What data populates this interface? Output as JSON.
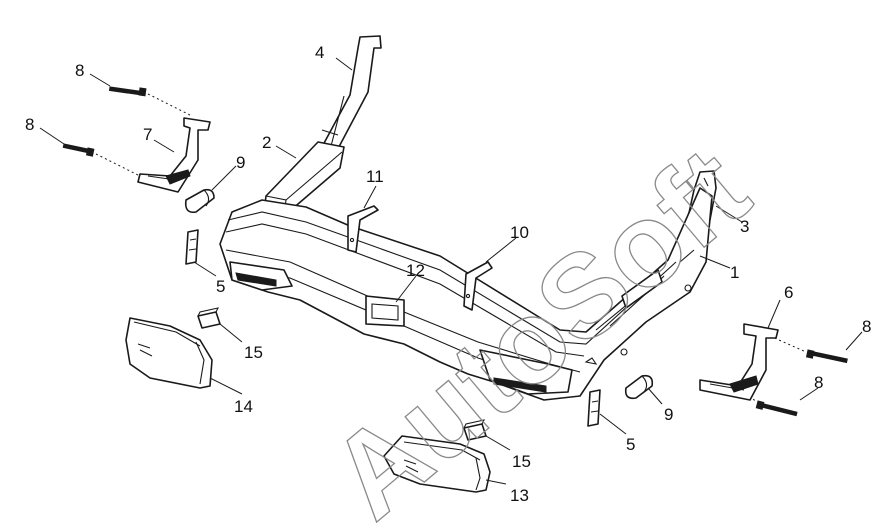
{
  "watermark": "AutoSoft",
  "callouts": {
    "c1": "1",
    "c2": "2",
    "c3": "3",
    "c4": "4",
    "c5a": "5",
    "c5b": "5",
    "c6": "6",
    "c7": "7",
    "c8a": "8",
    "c8b": "8",
    "c8c": "8",
    "c8d": "8",
    "c9a": "9",
    "c9b": "9",
    "c10": "10",
    "c11": "11",
    "c12": "12",
    "c13": "13",
    "c14": "14",
    "c15a": "15",
    "c15b": "15"
  }
}
